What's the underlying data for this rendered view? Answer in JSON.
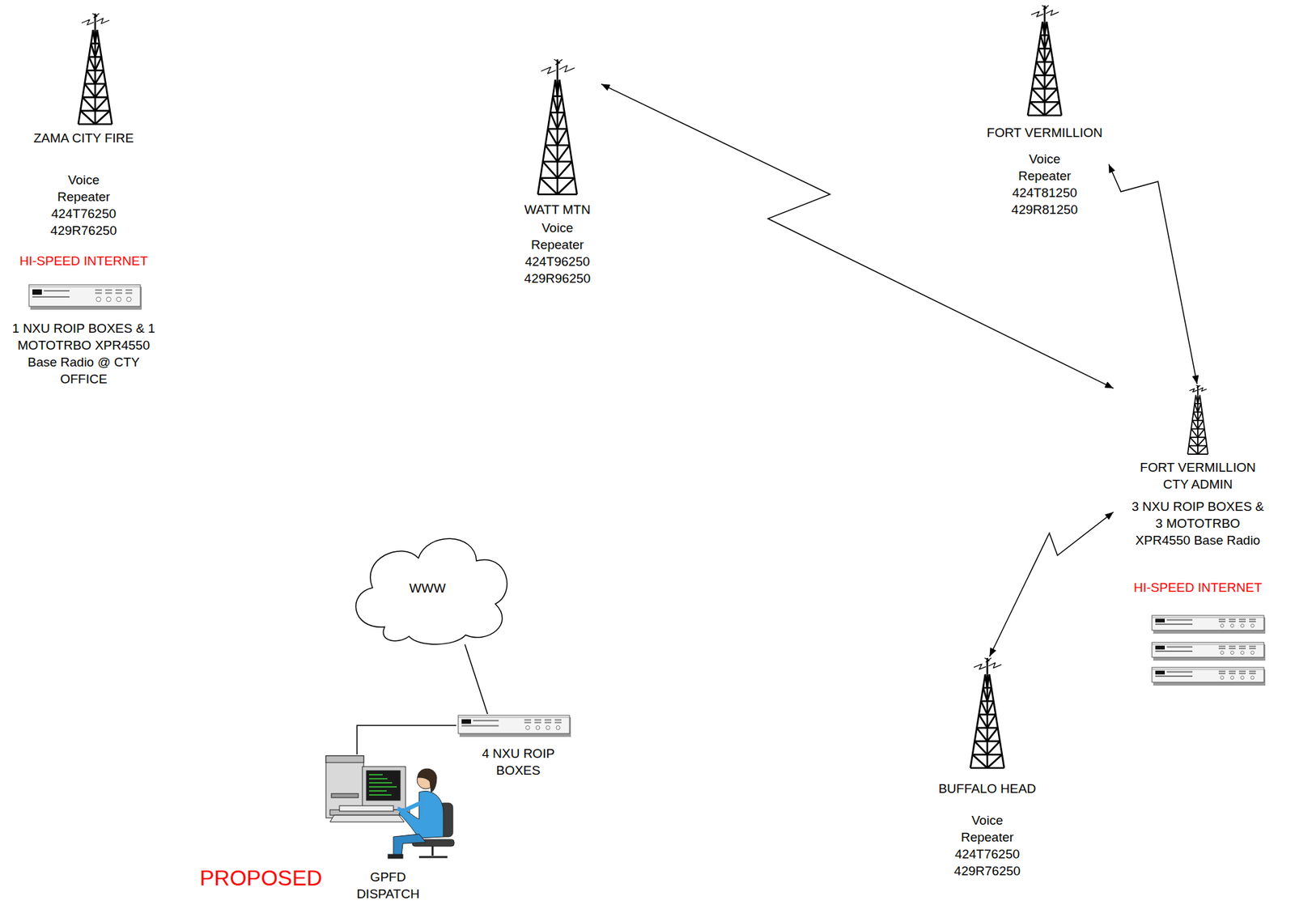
{
  "diagram": {
    "nodes": [
      {
        "text": [
          "ZAMA CITY FIRE",
          "Voice Repeater 424T76250 429R76250",
          "HI-SPEED INTERNET",
          "1 NXU ROIP BOXES & 1 MOTOTRBO XPR4550 Base Radio @ CTY OFFICE"
        ]
      },
      {
        "text": [
          "WATT MTN",
          "Voice Repeater 424T96250 429R96250"
        ]
      },
      {
        "text": [
          "FORT VERMILLION",
          "Voice Repeater 424T81250 429R81250"
        ]
      },
      {
        "text": [
          "FORT VERMILLION CTY ADMIN",
          "3 NXU ROIP BOXES & 3 MOTOTRBO XPR4550 Base Radio",
          "HI-SPEED INTERNET"
        ]
      },
      {
        "text": [
          "WWW"
        ]
      },
      {
        "text": [
          "4 NXU ROIP BOXES"
        ]
      },
      {
        "text": [
          "GPFD DISPATCH"
        ]
      },
      {
        "text": [
          "BUFFALO HEAD",
          "Voice Repeater 424T76250 429R76250"
        ]
      }
    ],
    "edges": [
      {
        "from": 1,
        "to": 3,
        "arrow": "both"
      },
      {
        "from": 2,
        "to": 3,
        "arrow": "both"
      },
      {
        "from": 7,
        "to": 3,
        "arrow": "both"
      },
      {
        "from": 4,
        "to": 5,
        "arrow": "none"
      },
      {
        "from": 5,
        "to": 6,
        "arrow": "none"
      }
    ],
    "labels": [
      "PROPOSED"
    ]
  }
}
